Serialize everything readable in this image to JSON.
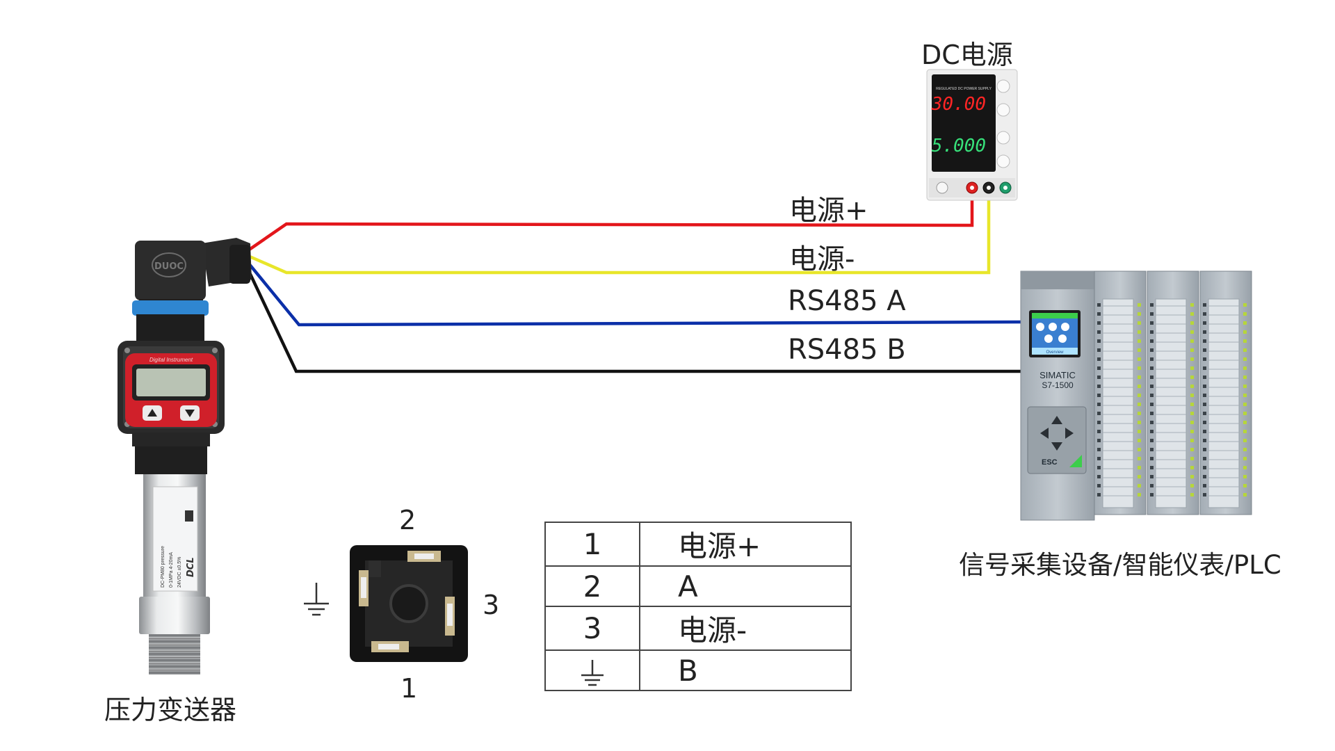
{
  "labels": {
    "power_supply": "DC电源",
    "transmitter": "压力变送器",
    "plc": "信号采集设备/智能仪表/PLC"
  },
  "wires": [
    {
      "label": "电源+",
      "color": "#e3161b"
    },
    {
      "label": "电源-",
      "color": "#e8e62a"
    },
    {
      "label": "RS485 A",
      "color": "#0b2fa8"
    },
    {
      "label": "RS485 B",
      "color": "#111111"
    }
  ],
  "psu": {
    "voltage": "30.00",
    "current": "5.000",
    "header": "REGULATED DC POWER SUPPLY"
  },
  "transmitter_device": {
    "brand": "DUOC",
    "display_header": "Digital Instrument",
    "body_text": "DCL"
  },
  "plc_device": {
    "brand": "SIMATIC",
    "model": "S7-1500",
    "screen_label": "Overview",
    "esc": "ESC"
  },
  "connector": {
    "pin_top": "2",
    "pin_right": "3",
    "pin_bottom": "1"
  },
  "pin_table": [
    {
      "pin": "1",
      "signal": "电源+"
    },
    {
      "pin": "2",
      "signal": "A"
    },
    {
      "pin": "3",
      "signal": "电源-"
    },
    {
      "pin": "ground",
      "signal": "B"
    }
  ]
}
